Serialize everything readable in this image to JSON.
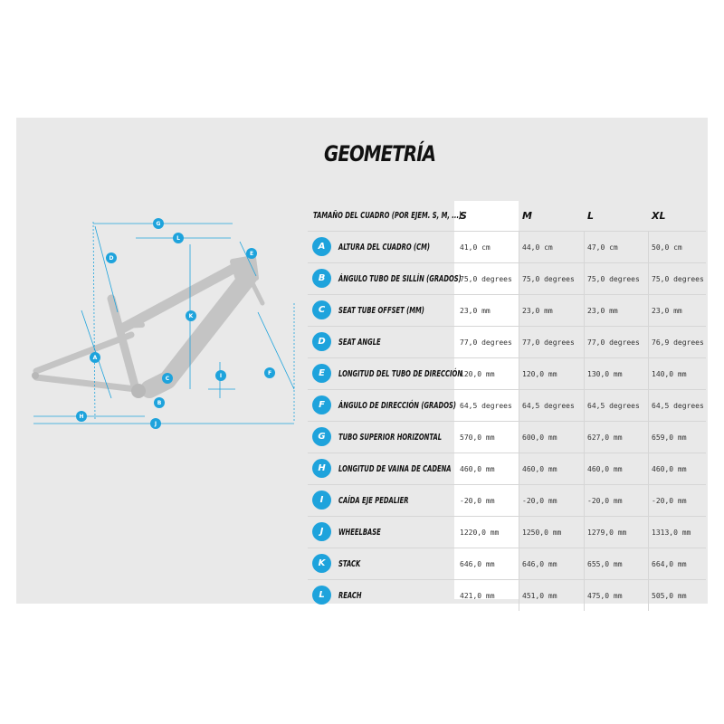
{
  "title": "GEOMETRÍA",
  "table": {
    "header_label": "TAMAÑO DEL CUADRO (POR EJEM. S, M, ...)",
    "sizes": [
      "S",
      "M",
      "L",
      "XL"
    ],
    "rows": [
      {
        "badge": "A",
        "label": "ALTURA DEL CUADRO (CM)",
        "values": [
          "41,0 cm",
          "44,0 cm",
          "47,0 cm",
          "50,0 cm"
        ]
      },
      {
        "badge": "B",
        "label": "ÁNGULO TUBO DE SILLÍN (GRADOS)",
        "values": [
          "75,0 degrees",
          "75,0 degrees",
          "75,0 degrees",
          "75,0 degrees"
        ]
      },
      {
        "badge": "C",
        "label": "SEAT TUBE OFFSET (MM)",
        "values": [
          "23,0 mm",
          "23,0 mm",
          "23,0 mm",
          "23,0 mm"
        ]
      },
      {
        "badge": "D",
        "label": "SEAT ANGLE",
        "values": [
          "77,0 degrees",
          "77,0 degrees",
          "77,0 degrees",
          "76,9 degrees"
        ]
      },
      {
        "badge": "E",
        "label": "LONGITUD DEL TUBO DE DIRECCIÓN",
        "values": [
          "120,0 mm",
          "120,0 mm",
          "130,0 mm",
          "140,0 mm"
        ]
      },
      {
        "badge": "F",
        "label": "ÁNGULO DE DIRECCIÓN (GRADOS)",
        "values": [
          "64,5 degrees",
          "64,5 degrees",
          "64,5 degrees",
          "64,5 degrees"
        ]
      },
      {
        "badge": "G",
        "label": "TUBO SUPERIOR HORIZONTAL",
        "values": [
          "570,0 mm",
          "600,0 mm",
          "627,0 mm",
          "659,0 mm"
        ]
      },
      {
        "badge": "H",
        "label": "LONGITUD DE VAINA DE CADENA",
        "values": [
          "460,0 mm",
          "460,0 mm",
          "460,0 mm",
          "460,0 mm"
        ]
      },
      {
        "badge": "I",
        "label": "CAÍDA EJE PEDALIER",
        "values": [
          "-20,0 mm",
          "-20,0 mm",
          "-20,0 mm",
          "-20,0 mm"
        ]
      },
      {
        "badge": "J",
        "label": "WHEELBASE",
        "values": [
          "1220,0 mm",
          "1250,0 mm",
          "1279,0 mm",
          "1313,0 mm"
        ]
      },
      {
        "badge": "K",
        "label": "STACK",
        "values": [
          "646,0 mm",
          "646,0 mm",
          "655,0 mm",
          "664,0 mm"
        ]
      },
      {
        "badge": "L",
        "label": "REACH",
        "values": [
          "421,0 mm",
          "451,0 mm",
          "475,0 mm",
          "505,0 mm"
        ]
      }
    ]
  },
  "diagram": {
    "markers": [
      "G",
      "L",
      "D",
      "E",
      "K",
      "A",
      "C",
      "I",
      "F",
      "B",
      "H",
      "J"
    ]
  },
  "colors": {
    "accent": "#1ea3dc",
    "panel": "#e9e9e9",
    "frame": "#c4c4c4"
  }
}
